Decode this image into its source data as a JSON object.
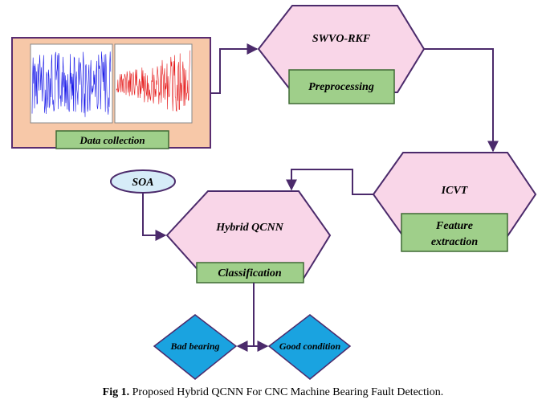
{
  "nodes": {
    "data_collection": {
      "label": "Data collection"
    },
    "swvo": {
      "title": "SWVO-RKF",
      "step": "Preprocessing"
    },
    "icvt": {
      "title": "ICVT",
      "step_line1": "Feature",
      "step_line2": "extraction"
    },
    "qcnn": {
      "title": "Hybrid QCNN",
      "step": "Classification"
    },
    "soa": {
      "label": "SOA"
    },
    "bad": {
      "label": "Bad bearing"
    },
    "good": {
      "label": "Good condition"
    }
  },
  "caption": {
    "label": "Fig 1.",
    "text": " Proposed Hybrid QCNN For CNC Machine Bearing Fault Detection."
  },
  "colors": {
    "hexagon_fill": "#f9d6e8",
    "hexagon_stroke": "#4b2a6b",
    "step_box_fill": "#9fcf8a",
    "step_box_stroke": "#3f6a34",
    "data_panel_fill": "#f7c8a8",
    "data_panel_stroke": "#5a2d70",
    "soa_fill": "#d6ecf8",
    "diamond_fill": "#1aa3e0",
    "arrow": "#4b2a6b",
    "signal_blue": "#1515e8",
    "signal_red": "#e51a1a"
  }
}
